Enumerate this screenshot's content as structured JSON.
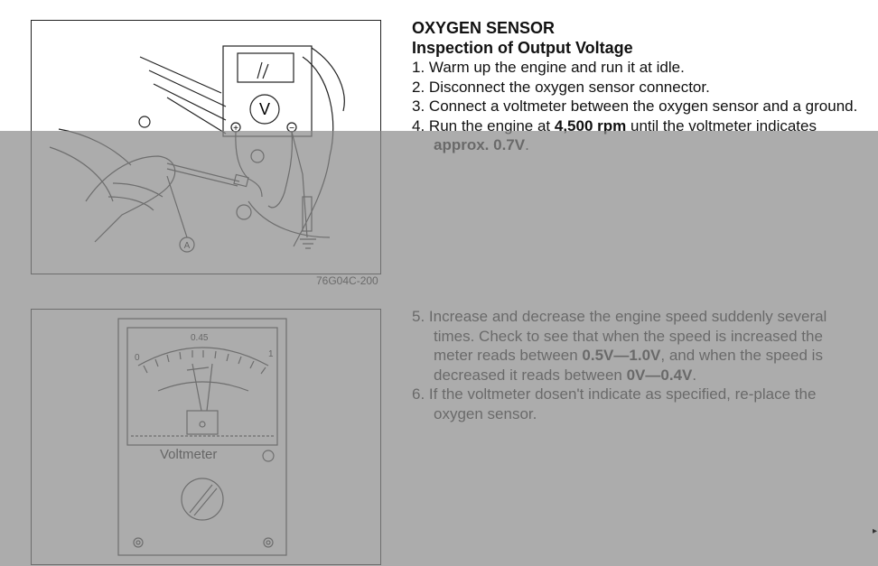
{
  "figure1": {
    "code": "76G04C-200",
    "label_a": "A",
    "meter_symbol": "V",
    "plus": "+",
    "minus": "−"
  },
  "figure2": {
    "scale_min": "0",
    "scale_mid": "0.45",
    "scale_max": "1",
    "label": "Voltmeter"
  },
  "section": {
    "title": "OXYGEN SENSOR",
    "subtitle": "Inspection of Output Voltage"
  },
  "steps": [
    {
      "num": "1.",
      "text": "Warm up the engine and run it at idle."
    },
    {
      "num": "2.",
      "text": "Disconnect the oxygen sensor connector."
    },
    {
      "num": "3.",
      "text": "Connect a voltmeter between the oxygen sensor and a ground."
    },
    {
      "num": "4.",
      "pre": "Run the engine at ",
      "bold1": "4,500 rpm",
      "mid": " until the voltmeter indicates ",
      "bold2": "approx. 0.7V",
      "post": "."
    },
    {
      "num": "5.",
      "pre": "Increase and decrease the engine speed suddenly several times. Check to see that when the speed is increased the meter reads between ",
      "bold1": "0.5V—1.0V",
      "mid": ", and when the speed is decreased it reads between ",
      "bold2": "0V—0.4V",
      "post": "."
    },
    {
      "num": "6.",
      "text": "If the voltmeter dosen't indicate as specified, re-place the oxygen sensor."
    }
  ]
}
